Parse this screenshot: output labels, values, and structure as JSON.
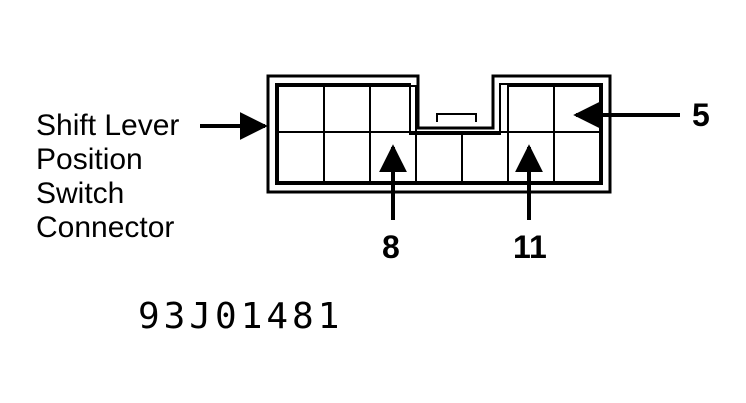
{
  "label_lines": [
    "Shift Lever",
    "Position",
    "Switch",
    "Connector"
  ],
  "callouts": {
    "pin_5": "5",
    "pin_8": "8",
    "pin_11": "11"
  },
  "figure_code": "93J01481"
}
